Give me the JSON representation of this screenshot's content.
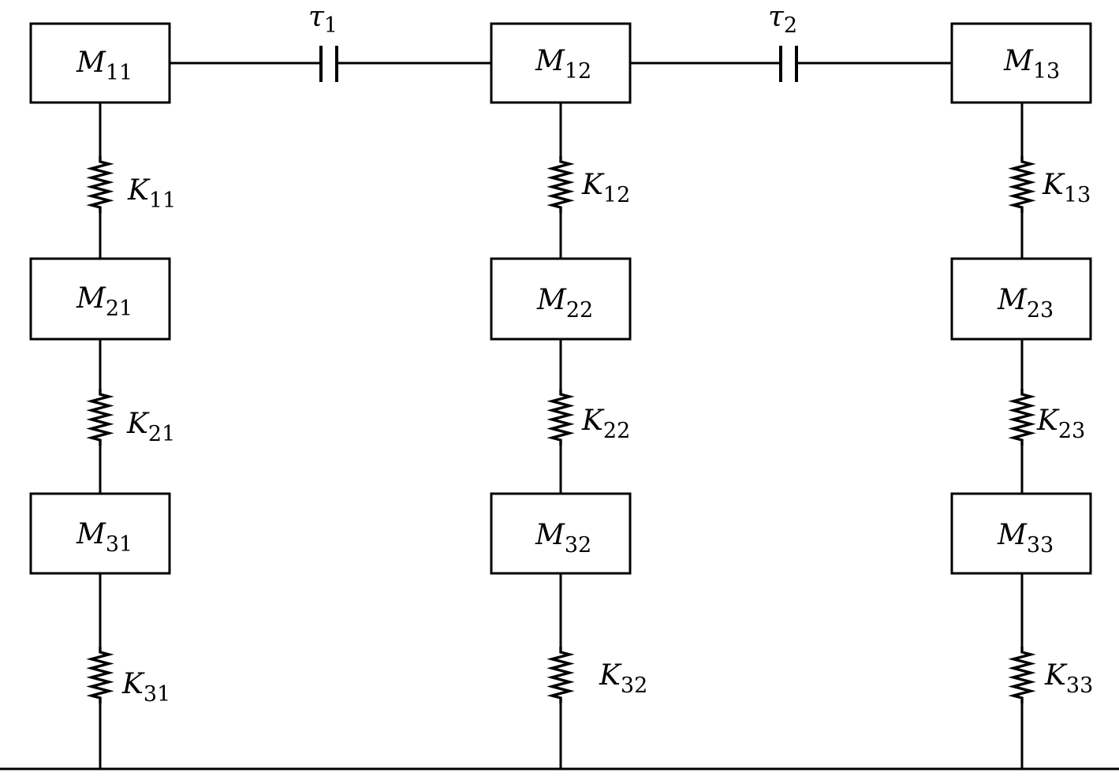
{
  "masses": [
    {
      "id": "m11",
      "symbol": "M",
      "sub": "11"
    },
    {
      "id": "m12",
      "symbol": "M",
      "sub": "12"
    },
    {
      "id": "m13",
      "symbol": "M",
      "sub": "13"
    },
    {
      "id": "m21",
      "symbol": "M",
      "sub": "21"
    },
    {
      "id": "m22",
      "symbol": "M",
      "sub": "22"
    },
    {
      "id": "m23",
      "symbol": "M",
      "sub": "23"
    },
    {
      "id": "m31",
      "symbol": "M",
      "sub": "31"
    },
    {
      "id": "m32",
      "symbol": "M",
      "sub": "32"
    },
    {
      "id": "m33",
      "symbol": "M",
      "sub": "33"
    }
  ],
  "springs": [
    {
      "id": "k11",
      "symbol": "K",
      "sub": "11"
    },
    {
      "id": "k12",
      "symbol": "K",
      "sub": "12"
    },
    {
      "id": "k13",
      "symbol": "K",
      "sub": "13"
    },
    {
      "id": "k21",
      "symbol": "K",
      "sub": "21"
    },
    {
      "id": "k22",
      "symbol": "K",
      "sub": "22"
    },
    {
      "id": "k23",
      "symbol": "K",
      "sub": "23"
    },
    {
      "id": "k31",
      "symbol": "K",
      "sub": "31"
    },
    {
      "id": "k32",
      "symbol": "K",
      "sub": "32"
    },
    {
      "id": "k33",
      "symbol": "K",
      "sub": "33"
    }
  ],
  "couplings": [
    {
      "id": "tau1",
      "symbol": "τ",
      "sub": "1"
    },
    {
      "id": "tau2",
      "symbol": "τ",
      "sub": "2"
    }
  ]
}
